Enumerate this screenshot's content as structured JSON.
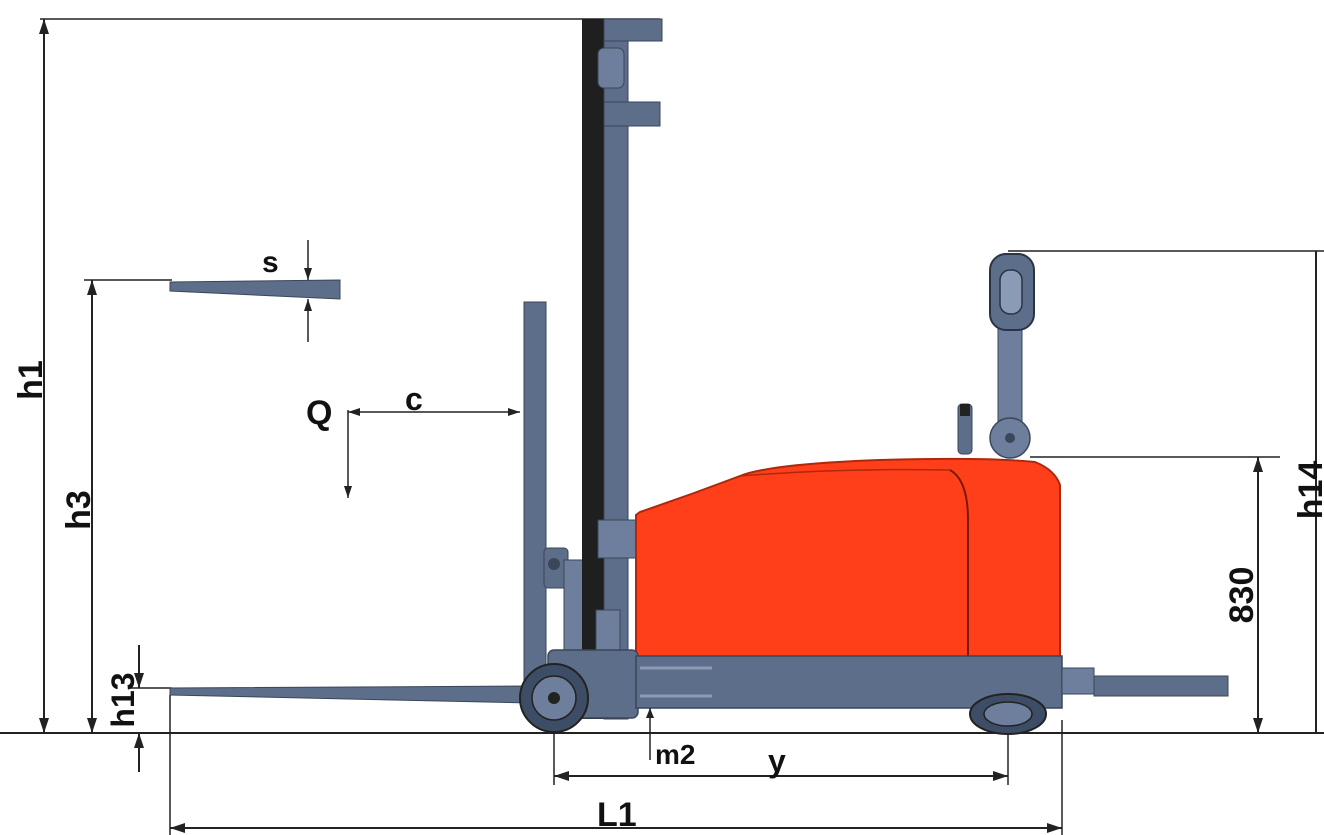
{
  "diagram": {
    "labels": {
      "h1": "h1",
      "h3": "h3",
      "h13": "h13",
      "h14": "h14",
      "s": "s",
      "q": "Q",
      "c": "c",
      "m2": "m2",
      "y": "y",
      "l1": "L1",
      "height_830": "830"
    },
    "colors": {
      "body": "#ff3f1a",
      "frame": "#5c6e8a",
      "mast_dark": "#1f1f1f",
      "line": "#222222"
    }
  }
}
